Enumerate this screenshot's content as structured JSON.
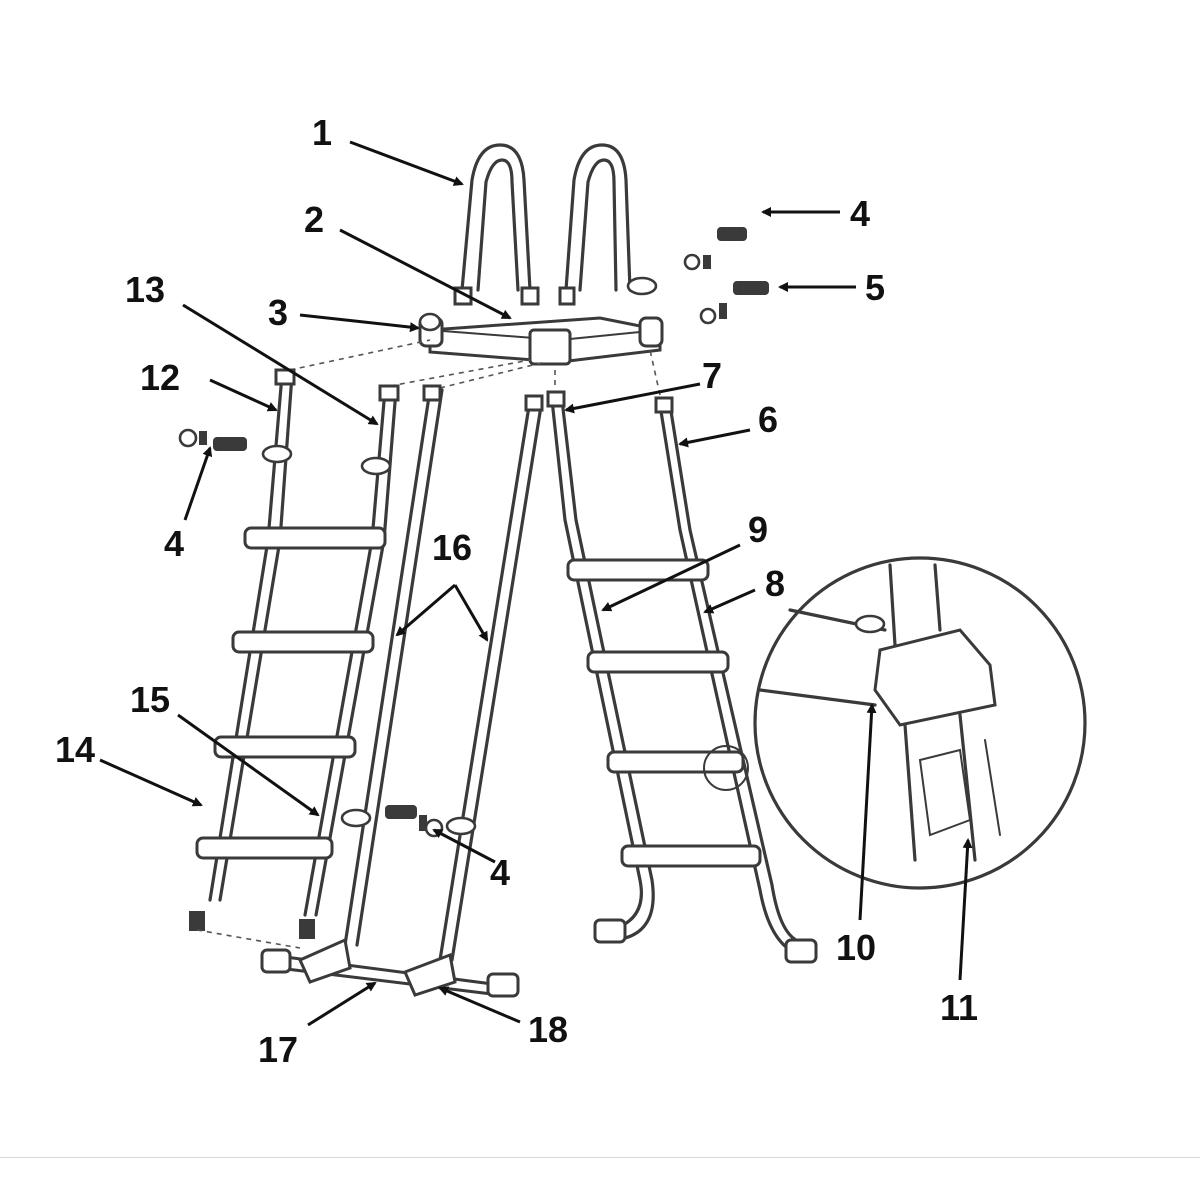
{
  "callouts": {
    "c1": "1",
    "c2": "2",
    "c3": "3",
    "c4a": "4",
    "c4b": "4",
    "c4c": "4",
    "c5": "5",
    "c6": "6",
    "c7": "7",
    "c8": "8",
    "c9": "9",
    "c10": "10",
    "c11": "11",
    "c12": "12",
    "c13": "13",
    "c14": "14",
    "c15": "15",
    "c16": "16",
    "c17": "17",
    "c18": "18"
  },
  "colors": {
    "line": "#3a3a3a",
    "text": "#111111",
    "footer_rule": "#cfd8e3"
  }
}
